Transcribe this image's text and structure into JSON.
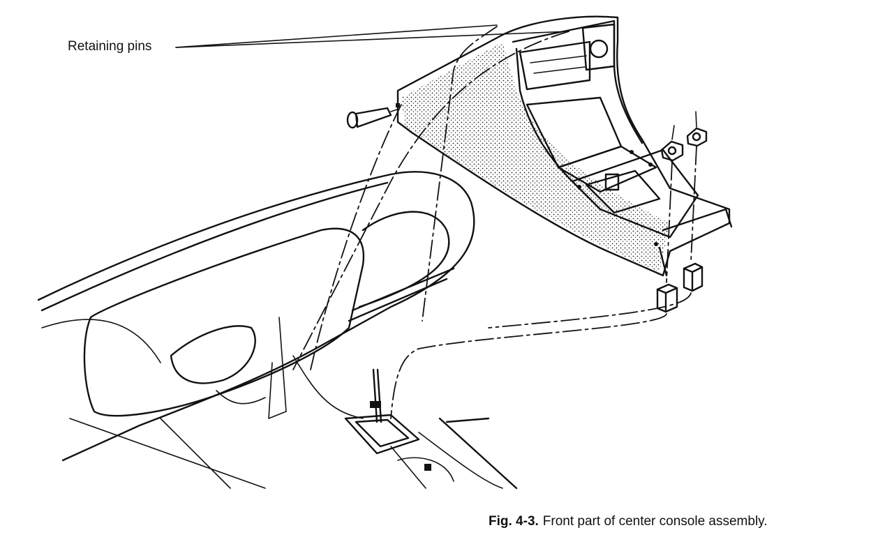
{
  "callouts": {
    "retaining_pins": "Retaining pins"
  },
  "caption": {
    "number": "Fig. 4-3.",
    "text": "Front part of center console assembly."
  }
}
